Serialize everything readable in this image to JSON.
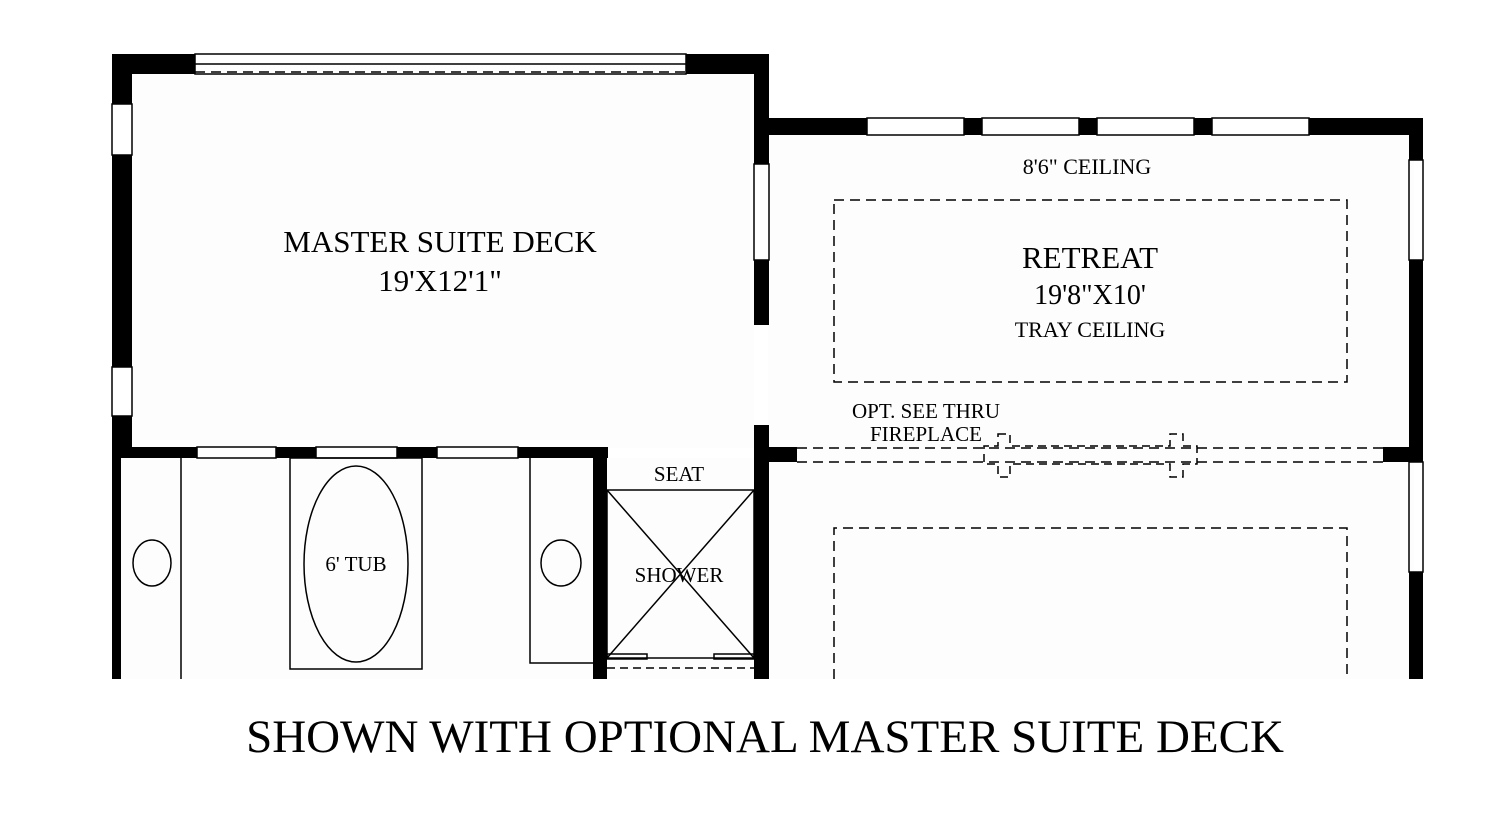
{
  "rooms": {
    "master_suite_deck": {
      "name": "MASTER SUITE DECK",
      "dimensions": "19'X12'1\""
    },
    "retreat": {
      "name": "RETREAT",
      "dimensions": "19'8\"X10'",
      "ceiling": "TRAY CEILING",
      "ceiling_height": "8'6\" CEILING"
    },
    "bath": {
      "tub": "6' TUB",
      "seat": "SEAT",
      "shower": "SHOWER"
    }
  },
  "fireplace": {
    "line1": "OPT. SEE THRU",
    "line2": "FIREPLACE"
  },
  "caption": "SHOWN WITH OPTIONAL MASTER SUITE DECK",
  "colors": {
    "wall": "#000000",
    "background": "#ffffff",
    "floor_tint": "#fcfcfc"
  }
}
